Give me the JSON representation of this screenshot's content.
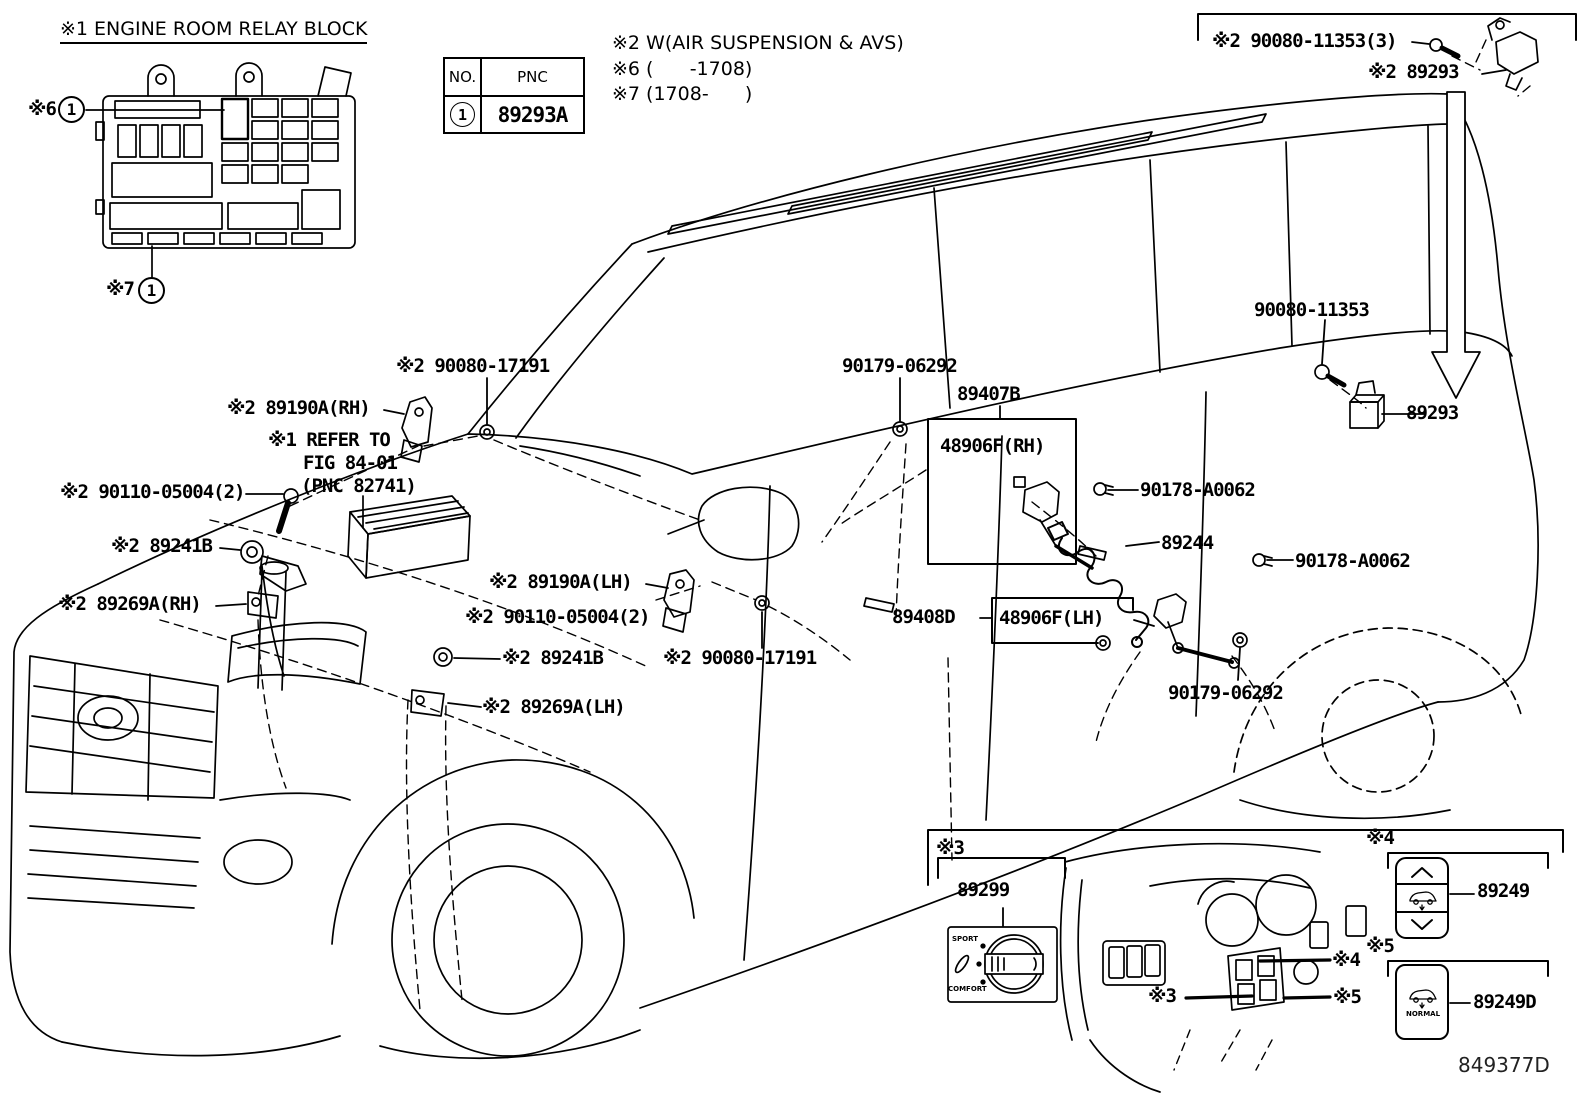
{
  "diagram_code": "849377D",
  "relay_block": {
    "title": "※1 ENGINE ROOM RELAY BLOCK",
    "callout6_note": "※6",
    "callout6_num": "1",
    "callout7_note": "※7",
    "callout7_num": "1"
  },
  "pnc_table": {
    "col_no": "NO.",
    "col_pnc": "PNC",
    "rows": [
      {
        "no": "1",
        "pnc": "89293A"
      }
    ]
  },
  "notes": [
    "※2 W(AIR SUSPENSION & AVS)",
    "※6 (      -1708)",
    "※7 (1708-      )"
  ],
  "part_labels": {
    "bolt_17191_rh": "※2 90080-17191",
    "sensor_sub_rh": "※2 89190A(RH)",
    "refer_line1": "※1 REFER TO",
    "refer_line2": "FIG 84-01",
    "refer_line3": "(PNC 82741)",
    "bolt_05004_rh": "※2 90110-05004(2)",
    "sensor_rh": "※2 89241B",
    "link_rh": "※2 89269A(RH)",
    "sensor_sub_lh": "※2 89190A(LH)",
    "bolt_05004_lh": "※2 90110-05004(2)",
    "sensor_lh": "※2 89241B",
    "bolt_17191_lh": "※2 90080-17191",
    "link_lh": "※2 89269A(LH)",
    "nut_06292_a": "90179-06292",
    "hs_89407b": "89407B",
    "hs_48906f_rh": "48906F(RH)",
    "clip_a0062_a": "90178-A0062",
    "harness_89244": "89244",
    "clip_a0062_b": "90178-A0062",
    "hs_89408d": "89408D",
    "hs_48906f_lh": "48906F(LH)",
    "nut_06292_b": "90179-06292",
    "screw_11353": "90080-11353",
    "ecu_89293_side": "89293",
    "screw_11353_3": "※2 90080-11353(3)",
    "ecu_89293_top": "※2 89293",
    "knob_89299": "89299",
    "switch_89249": "89249",
    "switch_89249d": "89249D"
  },
  "inset_notes": {
    "n3_a": "※3",
    "n3_b": "※3",
    "n4_a": "※4",
    "n4_b": "※4",
    "n5_a": "※5",
    "n5_b": "※5"
  },
  "switch_text": {
    "sport": "SPORT",
    "comfort": "COMFORT",
    "normal": "NORMAL"
  }
}
